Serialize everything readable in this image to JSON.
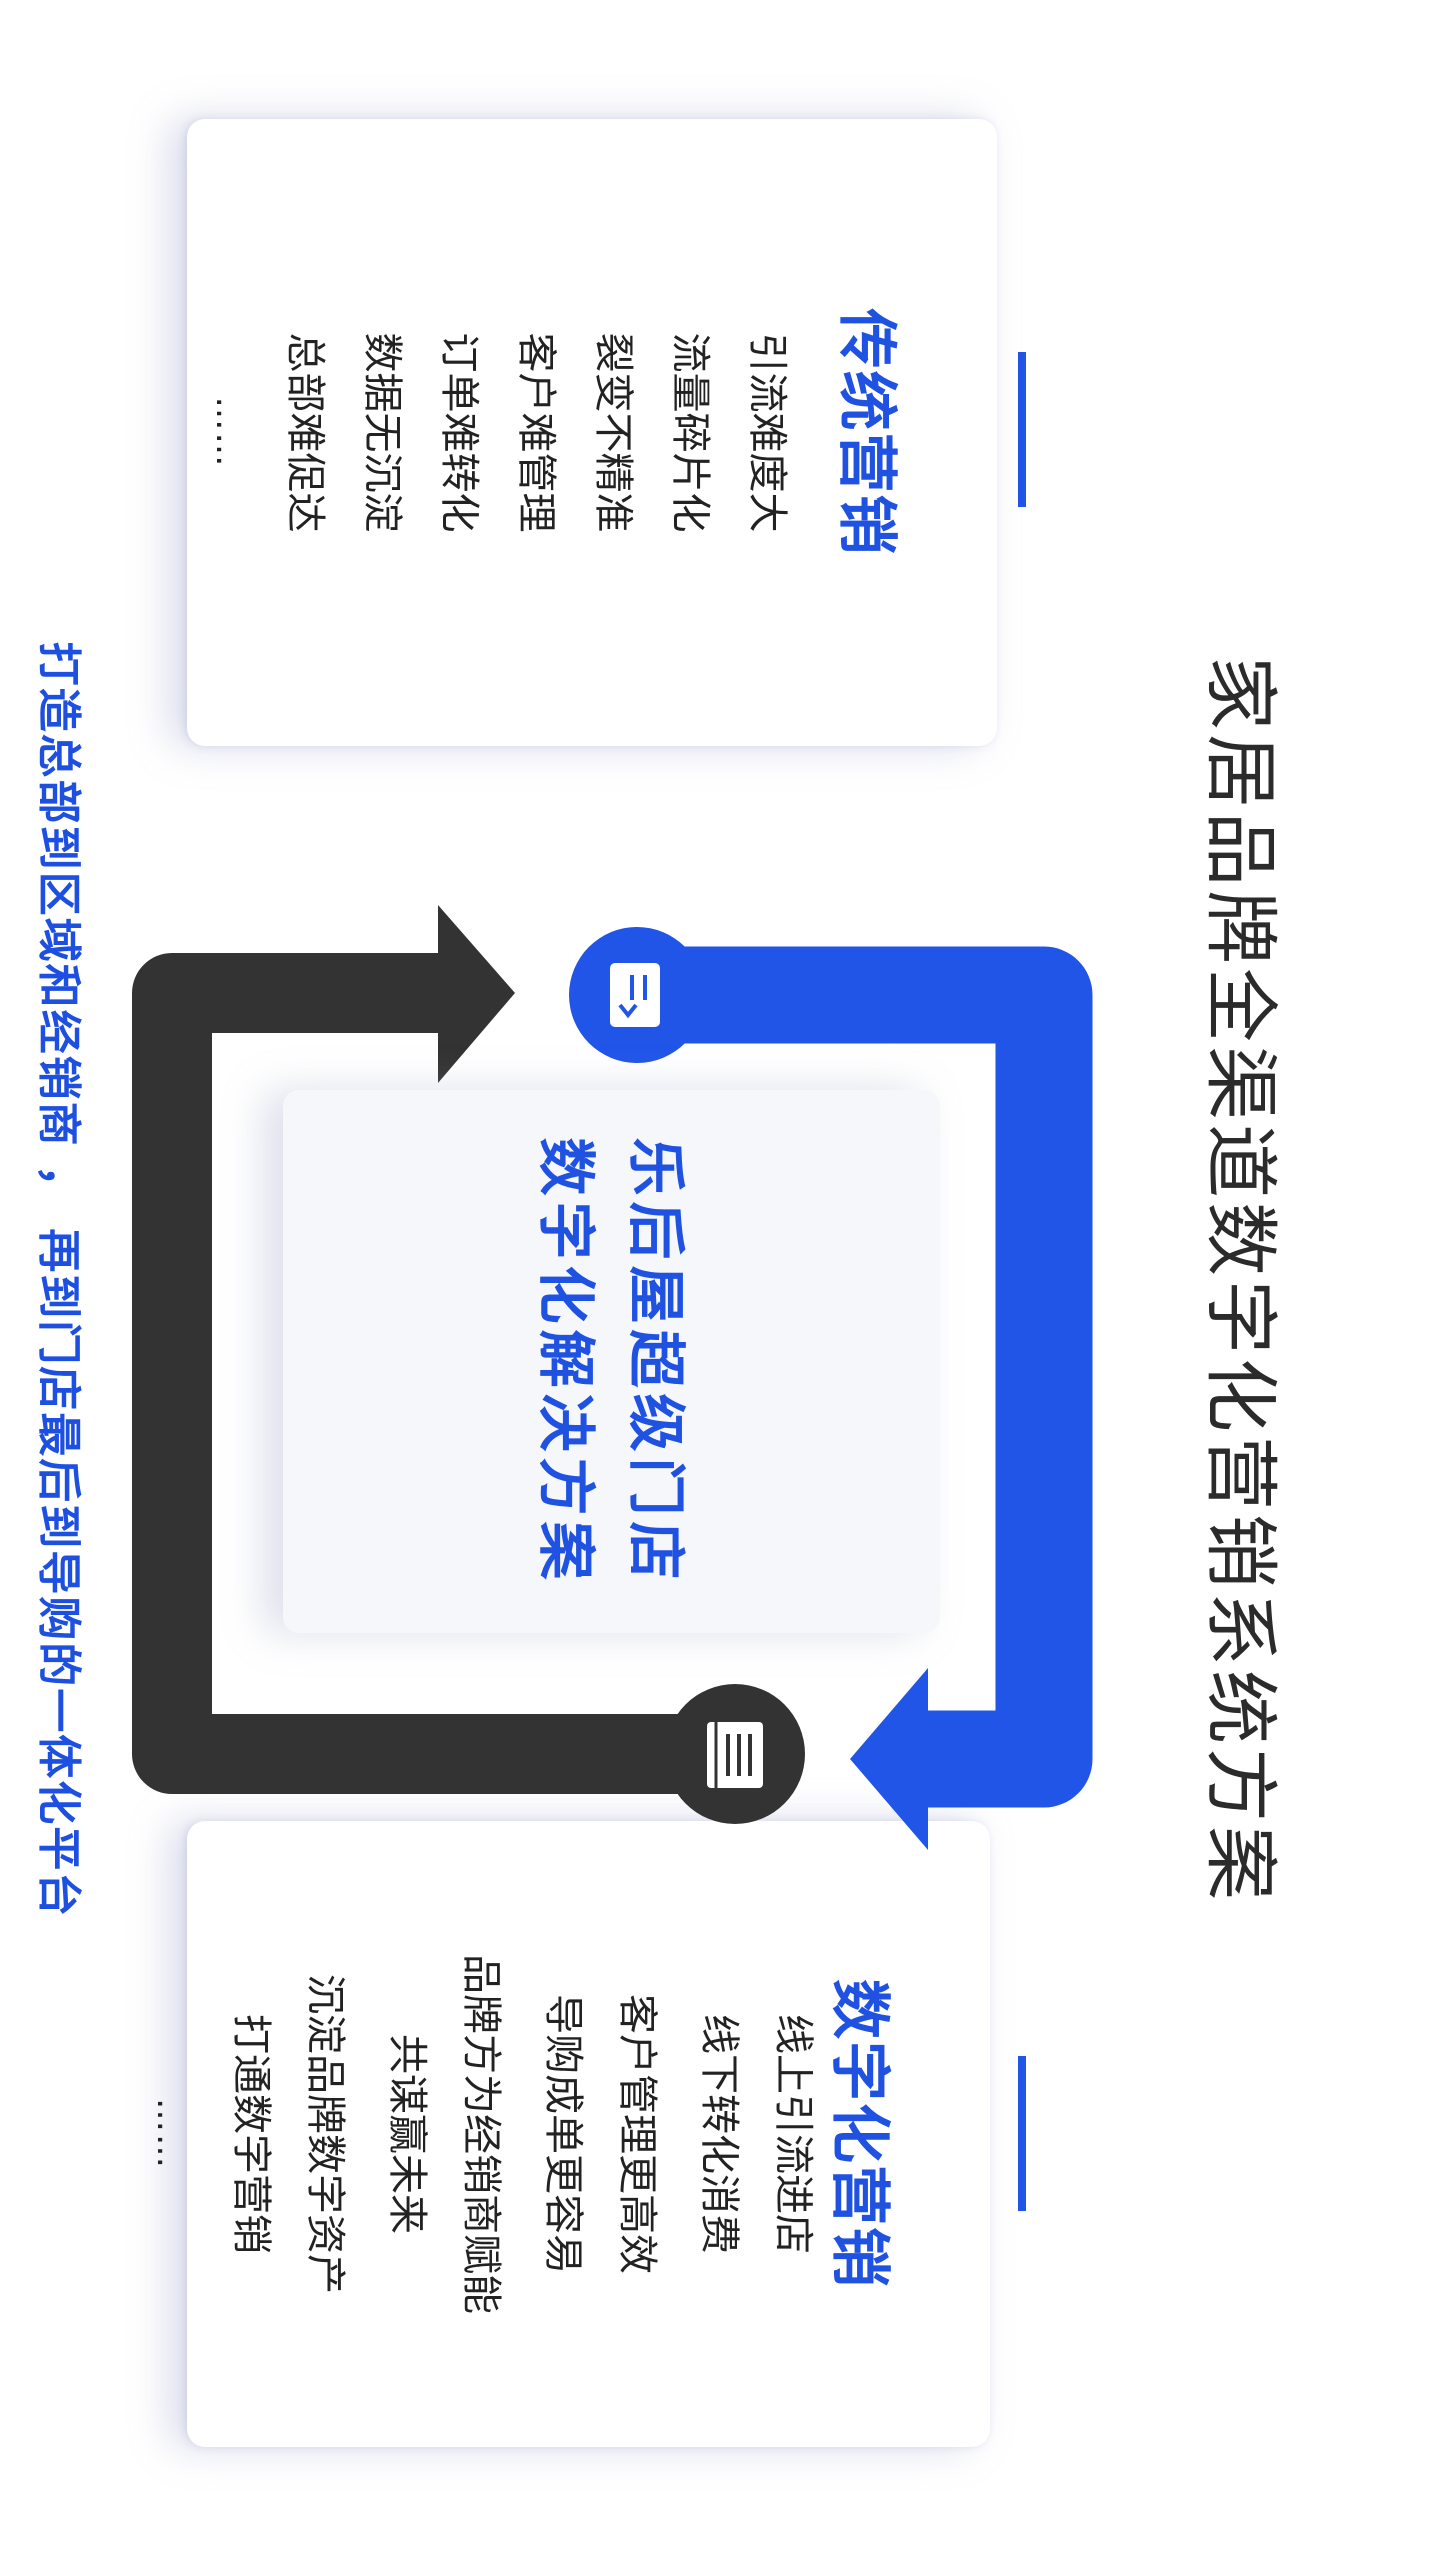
{
  "title": "家居品牌全渠道数字化营销系统方案",
  "subtitle": "打造总部到区域和经销商 ， 再到门店最后到导购的一体化平台",
  "traditional": {
    "title": "传统营销",
    "items": [
      "引流难度大",
      "流量碎片化",
      "裂变不精准",
      "客户难管理",
      "订单难转化",
      "数据无沉淀",
      "总部难促达"
    ],
    "more": "……"
  },
  "digital": {
    "title": "数字化营销",
    "items": [
      [
        "线上引流进店",
        "线下转化消费"
      ],
      [
        "客户管理更高效",
        "导购成单更容易"
      ],
      [
        "品牌方为经销商赋能",
        "共谋赢未来"
      ],
      [
        "沉淀品牌数字资产",
        "打通数字营销"
      ]
    ],
    "more": "……"
  },
  "center": {
    "line1": "乐后屋超级门店",
    "line2": "数字化解决方案"
  },
  "icons": {
    "blue_circle": "login-icon",
    "dark_circle": "store-icon"
  },
  "colors": {
    "blue": "#2155e8",
    "dark": "#333333",
    "title_blue": "#1f52e0"
  }
}
